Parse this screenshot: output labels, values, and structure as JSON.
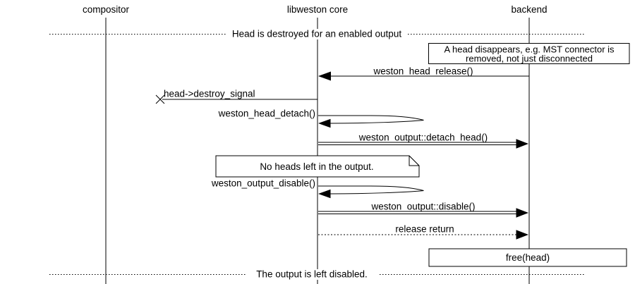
{
  "participants": [
    {
      "name": "compositor"
    },
    {
      "name": "libweston core"
    },
    {
      "name": "backend"
    }
  ],
  "dividers": {
    "top": {
      "label": "Head is destroyed for an enabled output"
    },
    "bottom": {
      "label": "The output is left disabled."
    }
  },
  "notes": {
    "mst": {
      "lines": [
        "A head disappears, e.g. MST connector is",
        "removed, not just disconnected"
      ]
    },
    "no_heads": {
      "label": "No heads left in the output."
    },
    "free_head": {
      "label": "free(head)"
    }
  },
  "messages": {
    "head_release": {
      "label": "weston_head_release()",
      "from": "backend",
      "to": "libweston core",
      "style": "solid-call"
    },
    "destroy_signal": {
      "label": "head->destroy_signal",
      "from": "libweston core",
      "to": "lost",
      "style": "lost-signal"
    },
    "head_detach": {
      "label": "weston_head_detach()",
      "from": "libweston core",
      "to": "libweston core",
      "style": "self-call"
    },
    "detach_head": {
      "label": "weston_output::detach_head()",
      "from": "libweston core",
      "to": "backend",
      "style": "double-line-call"
    },
    "output_disable_call": {
      "label": "weston_output_disable()",
      "from": "libweston core",
      "to": "libweston core",
      "style": "self-call"
    },
    "output_disable": {
      "label": "weston_output::disable()",
      "from": "libweston core",
      "to": "backend",
      "style": "double-line-call"
    },
    "release_return": {
      "label": "release return",
      "from": "libweston core",
      "to": "backend",
      "style": "dotted-return"
    }
  },
  "colors": {
    "line": "#000000",
    "background": "#ffffff",
    "text": "#000000"
  }
}
